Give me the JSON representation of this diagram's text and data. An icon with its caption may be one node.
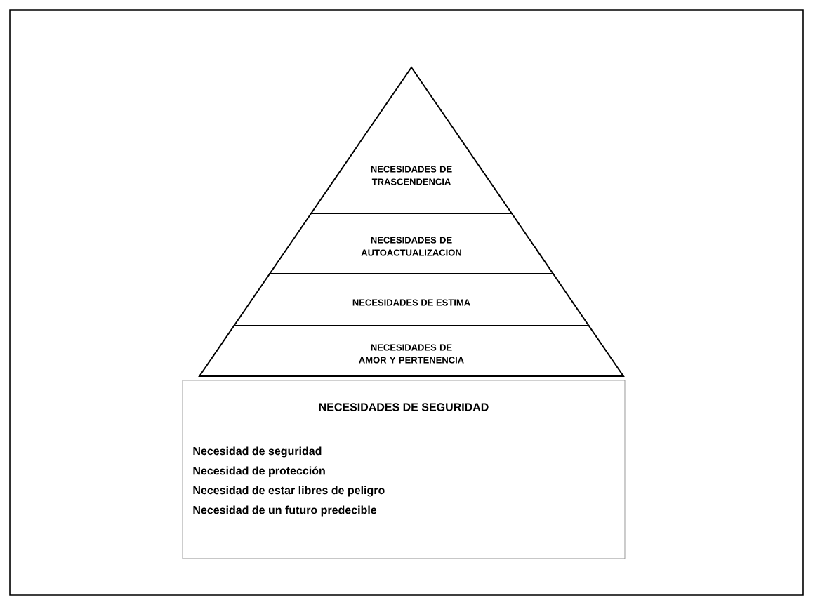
{
  "diagram": {
    "nodes": [
      {
        "text": [
          "NECESIDADES DE TRASCENDENCIA"
        ]
      },
      {
        "text": [
          "NECESIDADES DE AUTOACTUALIZACION"
        ]
      },
      {
        "text": [
          "NECESIDADES DE ESTIMA"
        ]
      },
      {
        "text": [
          "NECESIDADES DE AMOR Y PERTENENCIA"
        ]
      },
      {
        "text": [
          "NECESIDADES DE SEGURIDAD",
          "Necesidad de seguridad",
          "Necesidad de protección",
          "Necesidad de estar libres de peligro",
          "Necesidad de un futuro predecible"
        ]
      }
    ]
  }
}
